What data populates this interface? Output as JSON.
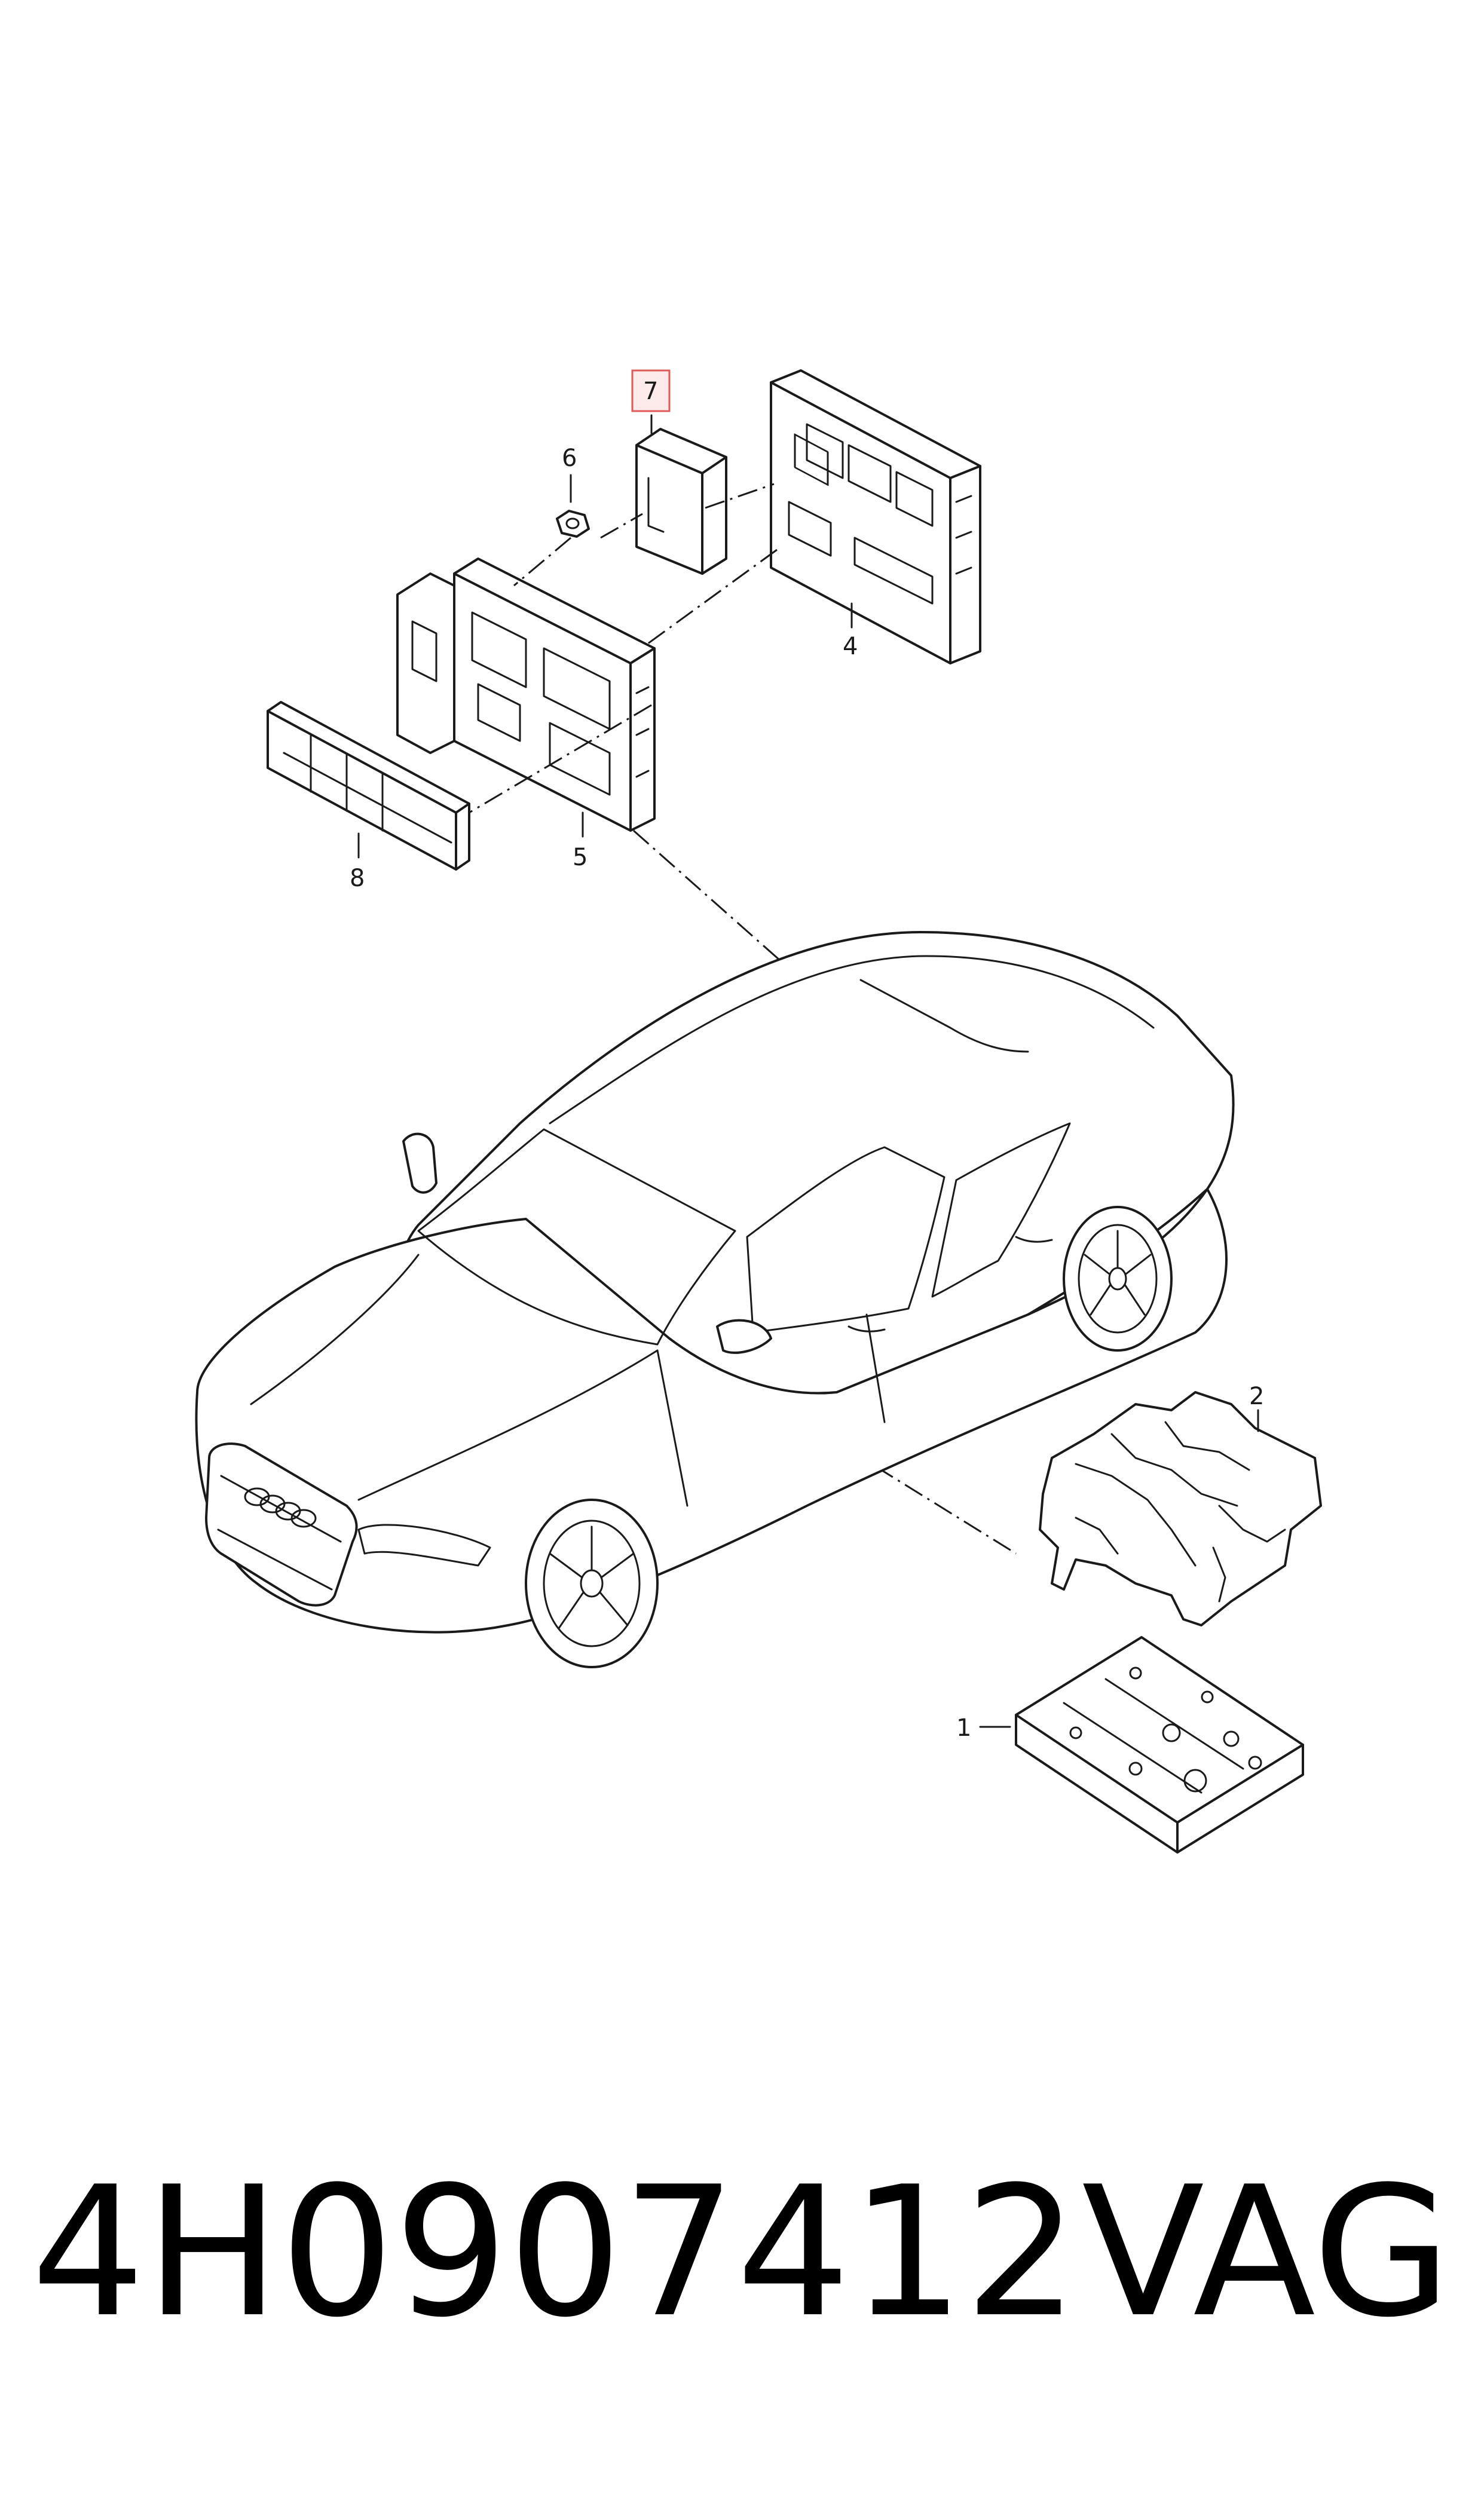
{
  "callouts": {
    "c1": "1",
    "c2": "2",
    "c4": "4",
    "c5": "5",
    "c6": "6",
    "c7": "7",
    "c8": "8"
  },
  "highlighted_callout": "7",
  "highlight_color": "#e05a5a",
  "footer": {
    "part_number": "4H0907412",
    "brand": "VAG"
  }
}
